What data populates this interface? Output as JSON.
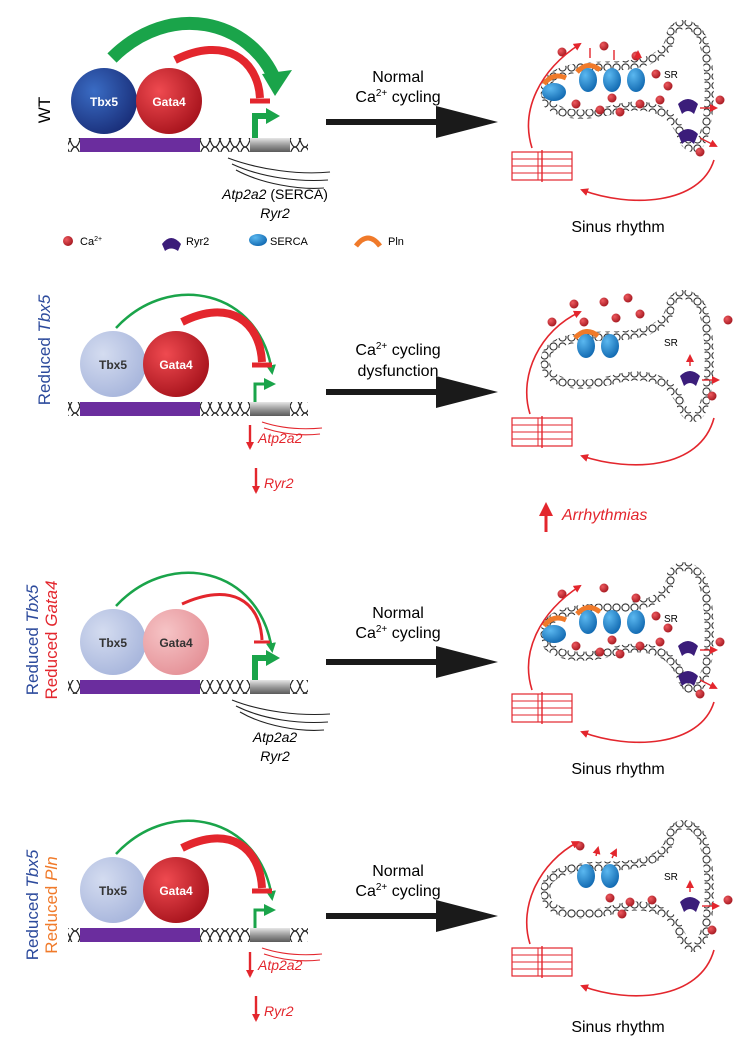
{
  "colors": {
    "activation": "#1aa44a",
    "repression": "#e3262d",
    "calcium": "#c9262c",
    "ryr2": "#3b1d7a",
    "serca": "#1f8fd6",
    "pln": "#f07a2a",
    "tbx5_full": "#1d3f95",
    "tbx5_reduced": "#b7c3e3",
    "gata4_full": "#c8202a",
    "gata4_reduced": "#f0a9ad",
    "dna_bar": "#6b2d9e",
    "genotype_blue": "#2c4a9c",
    "genotype_red": "#e3262d",
    "genotype_orange": "#f07a2a",
    "arrow": "#1a1a1a"
  },
  "common": {
    "tbx5": "Tbx5",
    "gata4": "Gata4",
    "sr": "SR"
  },
  "legend": {
    "ca_base": "Ca",
    "ca_sup": "2+",
    "ryr2": "Ryr2",
    "serca": "SERCA",
    "pln": "Pln"
  },
  "panels": [
    {
      "id": "wt",
      "genotype_line1": "WT",
      "arrow_line1": "Normal",
      "arrow_line2": "cycling",
      "gene_a": "Atp2a2",
      "gene_a_suffix": "(SERCA)",
      "gene_b": "Ryr2",
      "outcome": "Sinus rhythm"
    },
    {
      "id": "reduced-tbx5",
      "genotype_line1_prefix": "Reduced ",
      "genotype_line1_gene": "Tbx5",
      "arrow_line1_suffix": "cycling",
      "arrow_line2": "dysfunction",
      "gene_a": "Atp2a2",
      "gene_b": "Ryr2",
      "outcome": "Arrhythmias"
    },
    {
      "id": "reduced-tbx5-gata4",
      "genotype_line1_prefix": "Reduced ",
      "genotype_line1_gene": "Tbx5",
      "genotype_line2_prefix": "Reduced ",
      "genotype_line2_gene": "Gata4",
      "arrow_line1": "Normal",
      "arrow_line2": "cycling",
      "gene_a": "Atp2a2",
      "gene_b": "Ryr2",
      "outcome": "Sinus rhythm"
    },
    {
      "id": "reduced-tbx5-pln",
      "genotype_line1_prefix": "Reduced ",
      "genotype_line1_gene": "Tbx5",
      "genotype_line2_prefix": "Reduced ",
      "genotype_line2_gene": "Pln",
      "arrow_line1": "Normal",
      "arrow_line2": "cycling",
      "gene_a": "Atp2a2",
      "gene_b": "Ryr2",
      "outcome": "Sinus rhythm"
    }
  ]
}
